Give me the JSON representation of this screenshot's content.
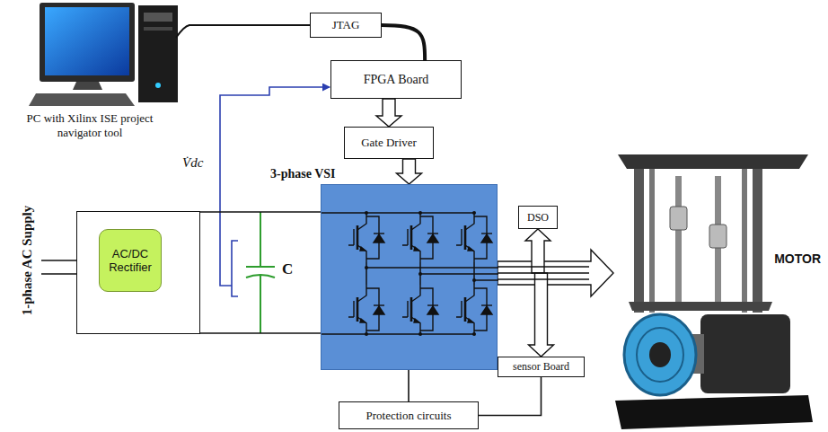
{
  "diagram": {
    "nodes": [
      {
        "text": [
          "PC with Xilinx ISE project navigator tool"
        ]
      },
      {
        "text": [
          "JTAG"
        ]
      },
      {
        "text": [
          "FPGA Board"
        ]
      },
      {
        "text": [
          "Gate Driver"
        ]
      },
      {
        "text": [
          "3-phase VSI"
        ]
      },
      {
        "text": [
          "AC/DC Rectifier"
        ]
      },
      {
        "text": [
          "DSO"
        ]
      },
      {
        "text": [
          "sensor Board"
        ]
      },
      {
        "text": [
          "Protection circuits"
        ]
      },
      {
        "text": [
          "MOTOR"
        ]
      }
    ],
    "edges": [
      {
        "from": 0,
        "to": 1,
        "arrow": "none"
      },
      {
        "from": 1,
        "to": 2,
        "arrow": "none"
      },
      {
        "from": 2,
        "to": 3,
        "arrow": "to"
      },
      {
        "from": 3,
        "to": 4,
        "arrow": "to"
      },
      {
        "from": 5,
        "to": 4,
        "arrow": "none"
      },
      {
        "from": 5,
        "to": 4,
        "arrow": "none"
      },
      {
        "from": 4,
        "to": 9,
        "arrow": "to"
      },
      {
        "from": 4,
        "to": 6,
        "arrow": "to"
      },
      {
        "from": 4,
        "to": 7,
        "arrow": "to"
      },
      {
        "from": 7,
        "to": 8,
        "arrow": "none"
      },
      {
        "from": 8,
        "to": 4,
        "arrow": "none"
      }
    ],
    "labels": [
      "V̇dc",
      "C",
      "1-phase AC Supply"
    ]
  }
}
